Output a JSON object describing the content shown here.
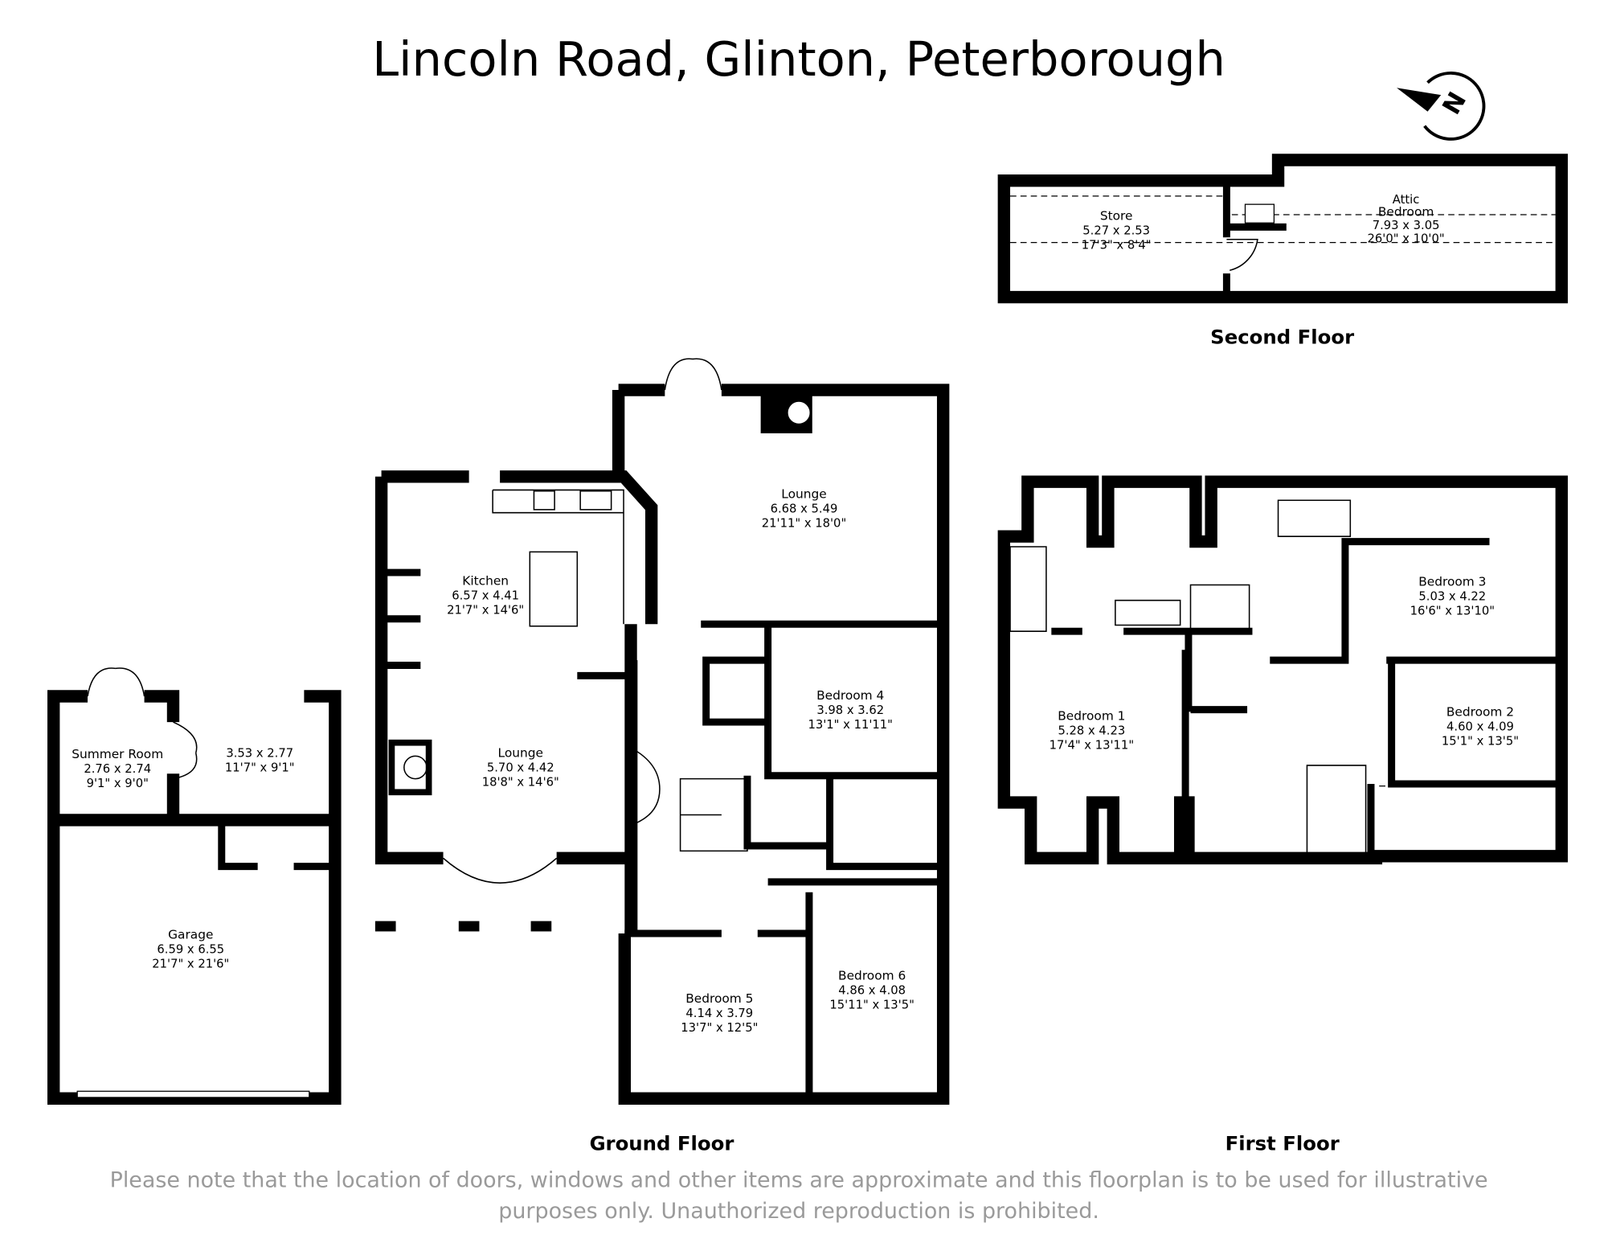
{
  "title": "Lincoln Road, Glinton, Peterborough",
  "compass": {
    "icon": "north-arrow-icon",
    "label": "N"
  },
  "floors": {
    "second": "Second Floor",
    "ground": "Ground Floor",
    "first": "First Floor"
  },
  "rooms": {
    "store": {
      "name": "Store",
      "metric": "5.27 x 2.53",
      "imperial": "17'3\" x 8'4\""
    },
    "attic_bedroom": {
      "prefix": "Attic",
      "name": "Bedroom",
      "metric": "7.93 x 3.05",
      "imperial": "26'0\" x 10'0\""
    },
    "kitchen": {
      "name": "Kitchen",
      "metric": "6.57 x 4.41",
      "imperial": "21'7\" x 14'6\""
    },
    "lounge_large": {
      "name": "Lounge",
      "metric": "6.68 x 5.49",
      "imperial": "21'11\" x 18'0\""
    },
    "lounge_small": {
      "name": "Lounge",
      "metric": "5.70 x 4.42",
      "imperial": "18'8\" x 14'6\""
    },
    "bedroom4": {
      "name": "Bedroom 4",
      "metric": "3.98 x 3.62",
      "imperial": "13'1\" x 11'11\""
    },
    "bedroom5": {
      "name": "Bedroom 5",
      "metric": "4.14 x 3.79",
      "imperial": "13'7\" x 12'5\""
    },
    "bedroom6": {
      "name": "Bedroom 6",
      "metric": "4.86 x 4.08",
      "imperial": "15'11\" x 13'5\""
    },
    "summer_room": {
      "name": "Summer Room",
      "metric": "2.76 x 2.74",
      "imperial": "9'1\" x 9'0\""
    },
    "annex_room": {
      "metric": "3.53 x 2.77",
      "imperial": "11'7\" x 9'1\""
    },
    "garage": {
      "name": "Garage",
      "metric": "6.59 x 6.55",
      "imperial": "21'7\" x 21'6\""
    },
    "bedroom1": {
      "name": "Bedroom 1",
      "metric": "5.28 x 4.23",
      "imperial": "17'4\" x 13'11\""
    },
    "bedroom3": {
      "name": "Bedroom 3",
      "metric": "5.03 x 4.22",
      "imperial": "16'6\" x 13'10\""
    },
    "bedroom2": {
      "name": "Bedroom 2",
      "metric": "4.60 x 4.09",
      "imperial": "15'1\" x 13'5\""
    }
  },
  "disclaimer": {
    "line1": "Please note that the location of doors, windows and other items are approximate and this floorplan is to be used for illustrative",
    "line2": "purposes only. Unauthorized reproduction is prohibited."
  }
}
